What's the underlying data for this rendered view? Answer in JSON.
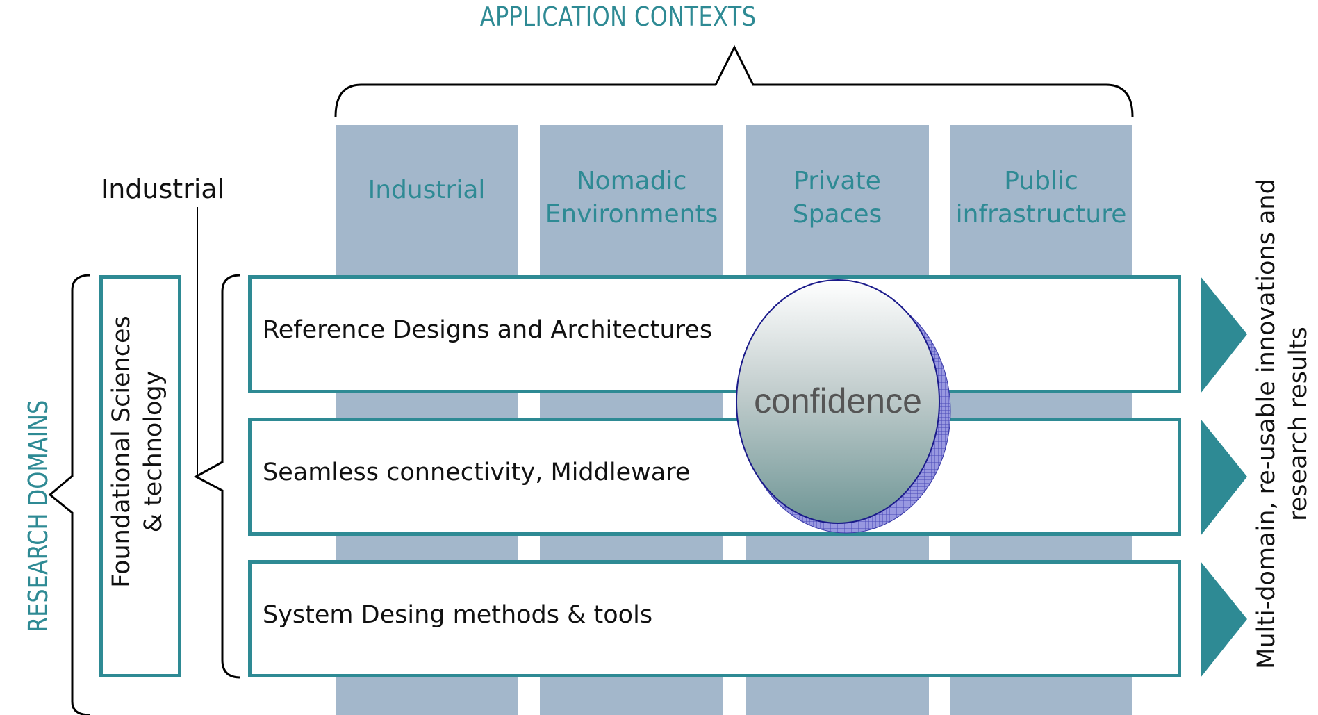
{
  "title": "APPLICATION CONTEXTS",
  "left_title": "RESEARCH DOMAINS",
  "foundational": [
    "Foundational Sciences",
    "& technology"
  ],
  "industrial_label": "Industrial",
  "columns": [
    {
      "lines": [
        "Industrial"
      ]
    },
    {
      "lines": [
        "Nomadic",
        "Environments"
      ]
    },
    {
      "lines": [
        "Private",
        "Spaces"
      ]
    },
    {
      "lines": [
        "Public",
        "infrastructure"
      ]
    }
  ],
  "rows": [
    {
      "label": "Reference Designs and Architectures"
    },
    {
      "label": "Seamless connectivity, Middleware"
    },
    {
      "label": "System Desing methods & tools"
    }
  ],
  "right_text": [
    "Multi-domain, re-usable innovations and",
    "research results"
  ],
  "ellipse_label": "confidence",
  "colors": {
    "teal": "#2e8a94",
    "column": "#a3b7cb",
    "ellipse_edge": "#1a1a8a"
  }
}
